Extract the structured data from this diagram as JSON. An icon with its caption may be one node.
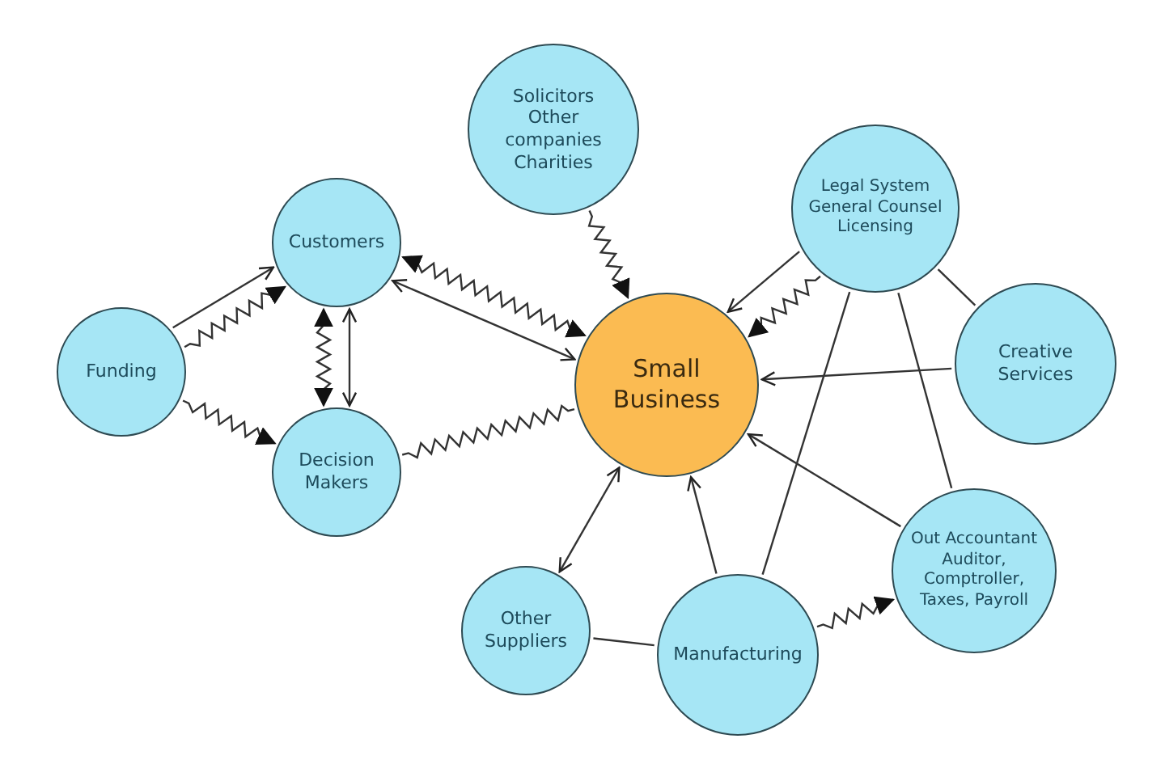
{
  "diagram": {
    "nodes": [
      {
        "text": [
          "Solicitors Other companies Charities"
        ]
      },
      {
        "text": [
          "Customers"
        ]
      },
      {
        "text": [
          "Funding"
        ]
      },
      {
        "text": [
          "Small Business"
        ]
      },
      {
        "text": [
          "Legal System General Counsel Licensing"
        ]
      },
      {
        "text": [
          "Creative Services"
        ]
      },
      {
        "text": [
          "Decision Makers"
        ]
      },
      {
        "text": [
          "Other Suppliers"
        ]
      },
      {
        "text": [
          "Manufacturing"
        ]
      },
      {
        "text": [
          "Out Accountant Auditor, Comptroller, Taxes, Payroll"
        ]
      }
    ],
    "edges": [
      {
        "from": 2,
        "to": 1,
        "arrow": "to"
      },
      {
        "from": 2,
        "to": 1,
        "arrow": "to"
      },
      {
        "from": 2,
        "to": 6,
        "arrow": "to"
      },
      {
        "from": 1,
        "to": 6,
        "arrow": "both"
      },
      {
        "from": 1,
        "to": 6,
        "arrow": "both"
      },
      {
        "from": 1,
        "to": 3,
        "arrow": "both"
      },
      {
        "from": 1,
        "to": 3,
        "arrow": "both"
      },
      {
        "from": 6,
        "to": 3,
        "arrow": "none"
      },
      {
        "from": 0,
        "to": 3,
        "arrow": "to"
      },
      {
        "from": 4,
        "to": 3,
        "arrow": "to"
      },
      {
        "from": 4,
        "to": 3,
        "arrow": "to"
      },
      {
        "from": 4,
        "to": 5,
        "arrow": "none"
      },
      {
        "from": 4,
        "to": 8,
        "arrow": "none"
      },
      {
        "from": 4,
        "to": 9,
        "arrow": "none"
      },
      {
        "from": 5,
        "to": 3,
        "arrow": "to"
      },
      {
        "from": 9,
        "to": 3,
        "arrow": "to"
      },
      {
        "from": 3,
        "to": 7,
        "arrow": "both"
      },
      {
        "from": 8,
        "to": 3,
        "arrow": "to"
      },
      {
        "from": 7,
        "to": 8,
        "arrow": "none"
      },
      {
        "from": 8,
        "to": 9,
        "arrow": "to"
      }
    ]
  }
}
